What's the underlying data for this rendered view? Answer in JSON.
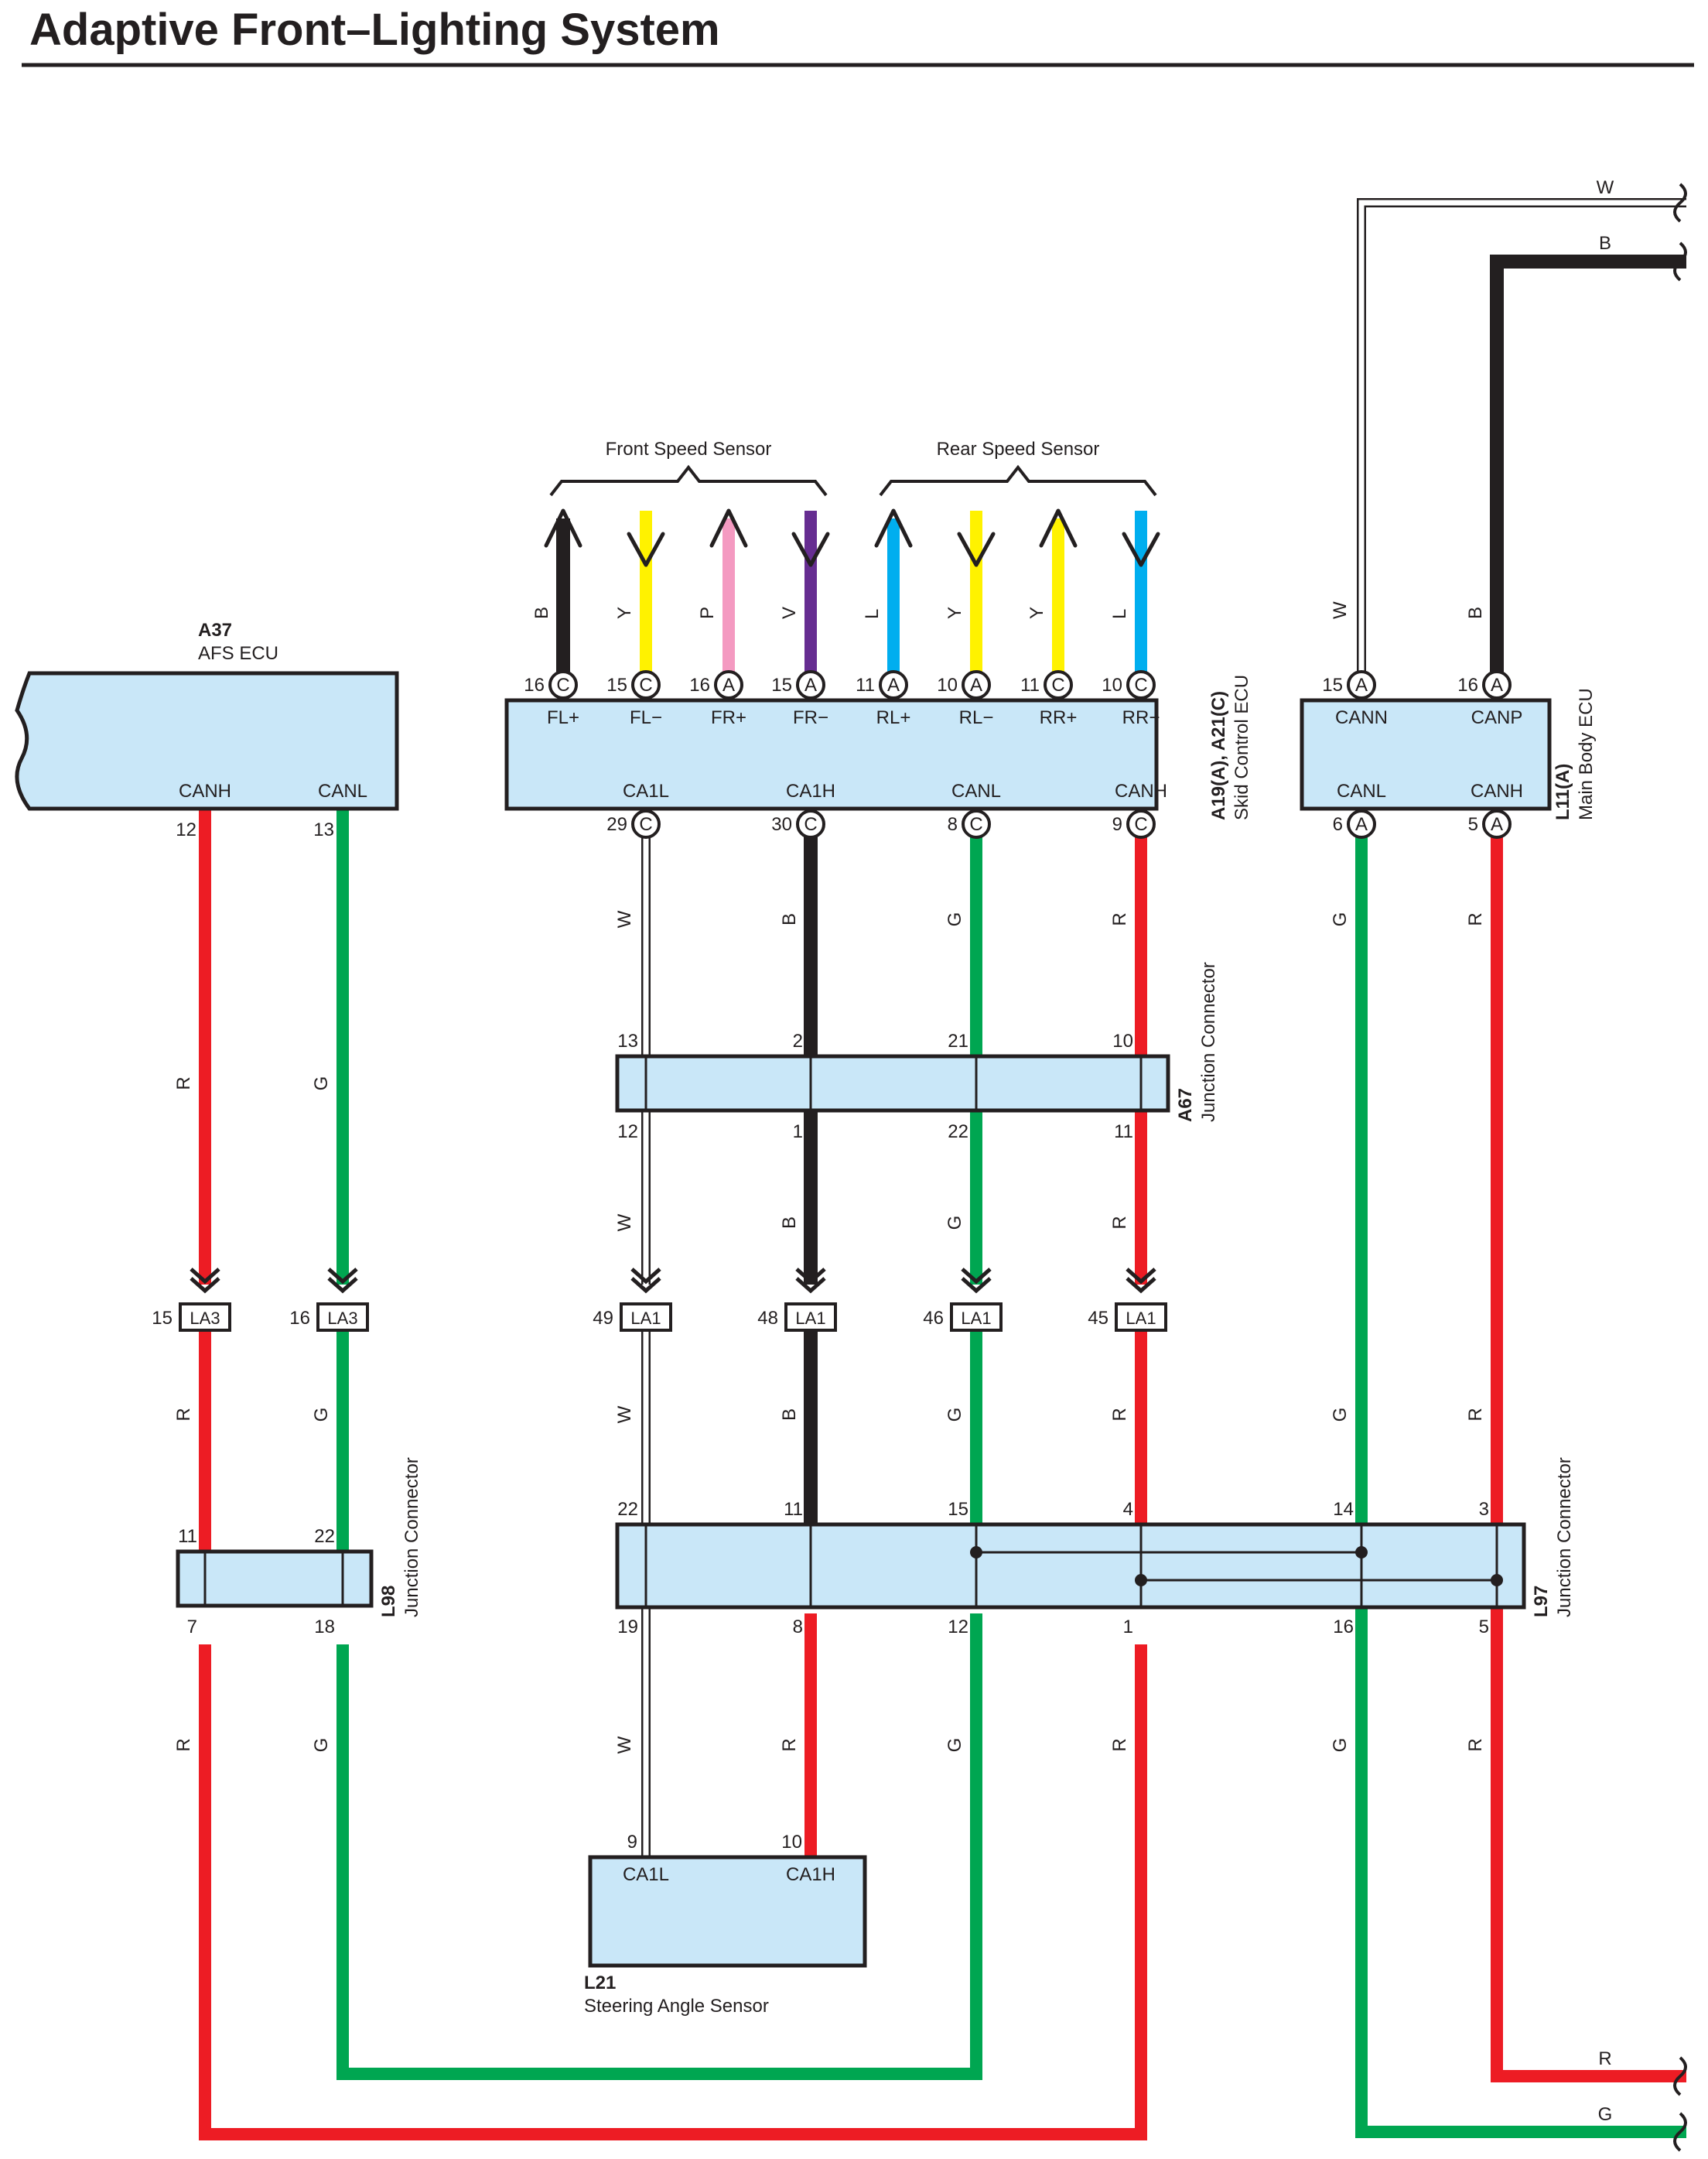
{
  "title": "Adaptive Front–Lighting System",
  "colors": {
    "R": "#ed1c24",
    "G": "#00a651",
    "B": "#231f20",
    "W": "#ffffff",
    "Y": "#fff200",
    "P": "#f49ac1",
    "V": "#662d91",
    "L": "#00aeef",
    "box_fill": "#c9e7f8"
  },
  "sensors": {
    "front": "Front Speed Sensor",
    "rear": "Rear Speed Sensor"
  },
  "a37": {
    "code": "A37",
    "desc": "AFS ECU",
    "canh": "CANH",
    "canl": "CANL",
    "pin_h": "12",
    "pin_l": "13"
  },
  "skid": {
    "code": "A19(A), A21(C)",
    "desc": "Skid Control ECU",
    "top_pins": [
      {
        "num": "16",
        "conn": "C",
        "sig": "FL+",
        "wire": "B"
      },
      {
        "num": "15",
        "conn": "C",
        "sig": "FL−",
        "wire": "Y"
      },
      {
        "num": "16",
        "conn": "A",
        "sig": "FR+",
        "wire": "P"
      },
      {
        "num": "15",
        "conn": "A",
        "sig": "FR−",
        "wire": "V"
      },
      {
        "num": "11",
        "conn": "A",
        "sig": "RL+",
        "wire": "L"
      },
      {
        "num": "10",
        "conn": "A",
        "sig": "RL−",
        "wire": "Y"
      },
      {
        "num": "11",
        "conn": "C",
        "sig": "RR+",
        "wire": "Y"
      },
      {
        "num": "10",
        "conn": "C",
        "sig": "RR−",
        "wire": "L"
      }
    ],
    "bottom_pins": [
      {
        "num": "29",
        "conn": "C",
        "sig": "CA1L"
      },
      {
        "num": "30",
        "conn": "C",
        "sig": "CA1H"
      },
      {
        "num": "8",
        "conn": "C",
        "sig": "CANL"
      },
      {
        "num": "9",
        "conn": "C",
        "sig": "CANH"
      }
    ]
  },
  "mbecu": {
    "code": "L11(A)",
    "desc": "Main Body ECU",
    "top": [
      {
        "num": "15",
        "conn": "A",
        "sig": "CANN",
        "wire": "W"
      },
      {
        "num": "16",
        "conn": "A",
        "sig": "CANP",
        "wire": "B"
      }
    ],
    "bottom": [
      {
        "num": "6",
        "conn": "A",
        "sig": "CANL"
      },
      {
        "num": "5",
        "conn": "A",
        "sig": "CANH"
      }
    ]
  },
  "a67": {
    "code": "A67",
    "desc": "Junction Connector",
    "top": [
      "13",
      "2",
      "21",
      "10"
    ],
    "bottom": [
      "12",
      "1",
      "22",
      "11"
    ]
  },
  "l98": {
    "code": "L98",
    "desc": "Junction Connector",
    "top": [
      "11",
      "22"
    ],
    "bottom": [
      "7",
      "18"
    ]
  },
  "l97": {
    "code": "L97",
    "desc": "Junction Connector",
    "top": [
      "22",
      "11",
      "15",
      "4",
      "14",
      "3"
    ],
    "bottom": [
      "19",
      "8",
      "12",
      "1",
      "16",
      "5"
    ]
  },
  "l21": {
    "code": "L21",
    "desc": "Steering Angle Sensor",
    "pins": [
      {
        "num": "9",
        "sig": "CA1L"
      },
      {
        "num": "10",
        "sig": "CA1H"
      }
    ]
  },
  "inline": [
    {
      "num": "15",
      "tag": "LA3"
    },
    {
      "num": "16",
      "tag": "LA3"
    },
    {
      "num": "49",
      "tag": "LA1"
    },
    {
      "num": "48",
      "tag": "LA1"
    },
    {
      "num": "46",
      "tag": "LA1"
    },
    {
      "num": "45",
      "tag": "LA1"
    }
  ],
  "wire_labels": {
    "a37_h": "R",
    "a37_l": "G",
    "ca1l": "W",
    "ca1h": "B",
    "canl": "G",
    "canh": "R",
    "mb_l": "G",
    "mb_h": "R",
    "l21_l": "W",
    "l21_h": "R",
    "off_w": "W",
    "off_b": "B",
    "off_r": "R",
    "off_g": "G"
  }
}
